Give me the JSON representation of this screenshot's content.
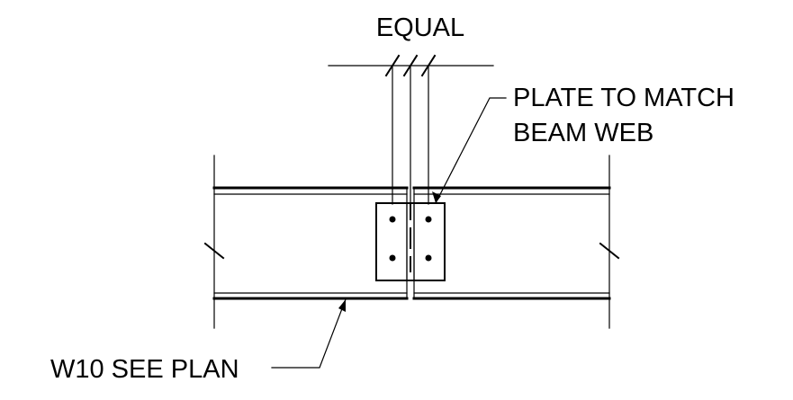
{
  "detail": {
    "dimension_label": "EQUAL",
    "plate_note": {
      "line1": "PLATE TO MATCH",
      "line2": "BEAM WEB"
    },
    "beam_note": "W10 SEE PLAN"
  },
  "colors": {
    "linework": "#000000",
    "background": "#ffffff"
  }
}
